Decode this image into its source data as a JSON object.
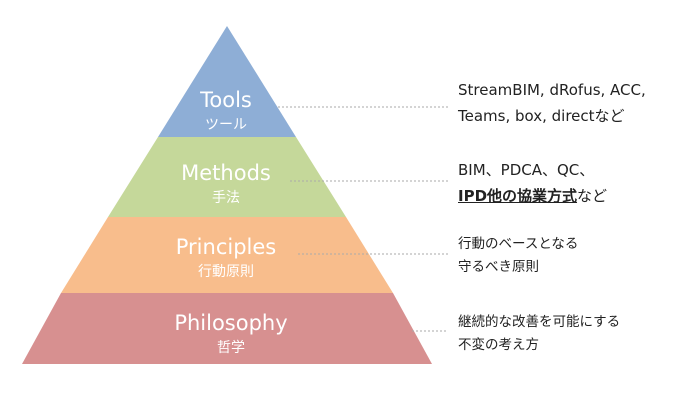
{
  "colors": {
    "tools": "#8eaed6",
    "methods": "#c5d89a",
    "principles": "#f8bd8c",
    "philosophy": "#d79090",
    "connector": "#aaaaaa"
  },
  "layers": [
    {
      "title": "Tools",
      "subtitle": "ツール",
      "notes": [
        "StreamBIM, dRofus, ACC,",
        "Teams, box, directなど"
      ]
    },
    {
      "title": "Methods",
      "subtitle": "手法",
      "notes": [
        "BIM、PDCA、QC、"
      ],
      "note_emphasis": "IPD他の協業方式",
      "note_suffix": "など"
    },
    {
      "title": "Principles",
      "subtitle": "行動原則",
      "notes": [
        "行動のベースとなる",
        "守るべき原則"
      ]
    },
    {
      "title": "Philosophy",
      "subtitle": "哲学",
      "notes": [
        "継続的な改善を可能にする",
        "不変の考え方"
      ]
    }
  ]
}
